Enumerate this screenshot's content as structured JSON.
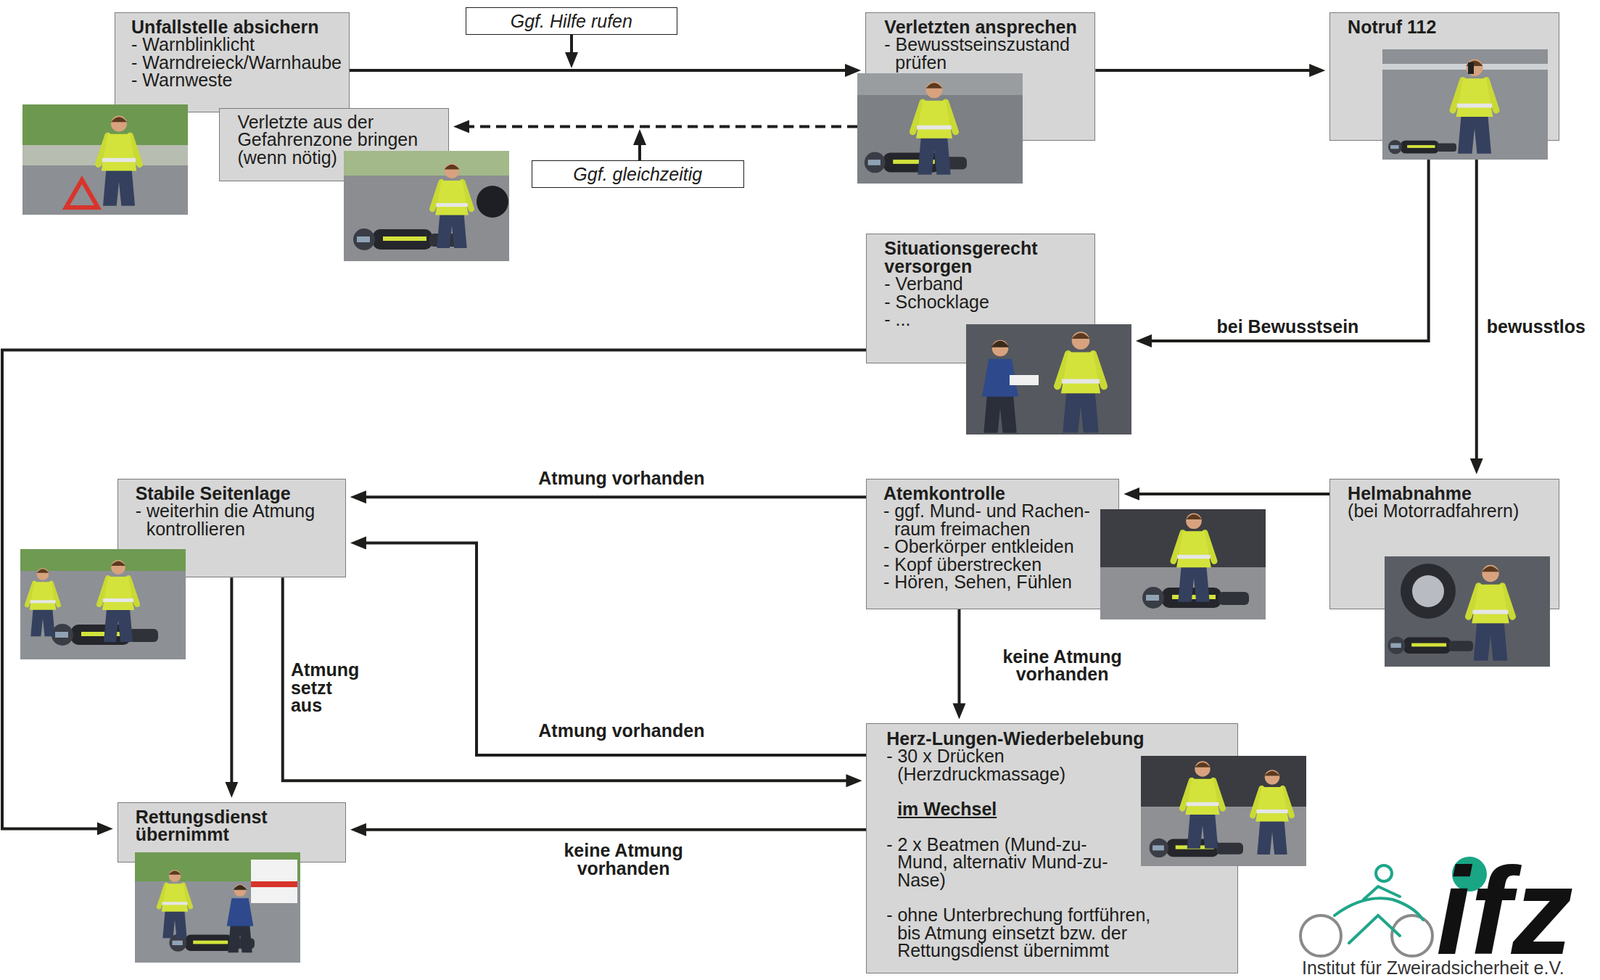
{
  "diagram": {
    "nodes": [
      {
        "text": [
          "Unfallstelle absichern",
          "- Warnblinklicht",
          "- Warndreieck/Warnhaube",
          "- Warnweste"
        ]
      },
      {
        "text": [
          "Ggf. Hilfe rufen"
        ]
      },
      {
        "text": [
          "Verletzten ansprechen",
          "- Bewusstseinszustand prüfen"
        ]
      },
      {
        "text": [
          "Notruf 112"
        ]
      },
      {
        "text": [
          "Verletzte aus der Gefahrenzone bringen (wenn nötig)"
        ]
      },
      {
        "text": [
          "Ggf. gleichzeitig"
        ]
      },
      {
        "text": [
          "Situationsgerecht versorgen",
          "- Verband",
          "- Schocklage",
          "- ..."
        ]
      },
      {
        "text": [
          "Stabile Seitenlage",
          "- weiterhin die Atmung kontrollieren"
        ]
      },
      {
        "text": [
          "Atemkontrolle",
          "- ggf. Mund- und Rachen- raum freimachen",
          "- Oberkörper entkleiden",
          "- Kopf überstrecken",
          "- Hören, Sehen, Fühlen"
        ]
      },
      {
        "text": [
          "Helmabnahme",
          "(bei Motorradfahrern)"
        ]
      },
      {
        "text": [
          "Herz-Lungen-Wiederbelebung",
          "- 30 x Drücken (Herzdruckmassage)",
          "im Wechsel",
          "- 2 x Beatmen (Mund-zu-Mund, alternativ Mund-zu-Nase)",
          "- ohne Unterbrechung fortführen, bis Atmung einsetzt bzw. der Rettungsdienst übernimmt"
        ]
      },
      {
        "text": [
          "Rettungsdienst übernimmt"
        ]
      }
    ],
    "edges": [
      {
        "from": 0,
        "to": 2,
        "arrow": "to"
      },
      {
        "from": 2,
        "to": 4,
        "arrow": "to"
      },
      {
        "from": 2,
        "to": 3,
        "arrow": "to"
      },
      {
        "from": 3,
        "to": 6,
        "label": "bei Bewusstsein",
        "arrow": "to"
      },
      {
        "from": 3,
        "to": 9,
        "label": "bewusstlos",
        "arrow": "to"
      },
      {
        "from": 9,
        "to": 8,
        "arrow": "to"
      },
      {
        "from": 8,
        "to": 7,
        "label": "Atmung vorhanden",
        "arrow": "to"
      },
      {
        "from": 8,
        "to": 10,
        "label": "keine Atmung vorhanden",
        "arrow": "to"
      },
      {
        "from": 10,
        "to": 7,
        "label": "Atmung vorhanden",
        "arrow": "to"
      },
      {
        "from": 7,
        "to": 10,
        "label": "Atmung setzt aus",
        "arrow": "to"
      },
      {
        "from": 7,
        "to": 11,
        "arrow": "to"
      },
      {
        "from": 10,
        "to": 11,
        "label": "keine Atmung vorhanden",
        "arrow": "to"
      },
      {
        "from": 6,
        "to": 11,
        "arrow": "to"
      }
    ],
    "labels": [
      "ifz",
      "Institut für Zweiradsicherheit e.V."
    ]
  }
}
